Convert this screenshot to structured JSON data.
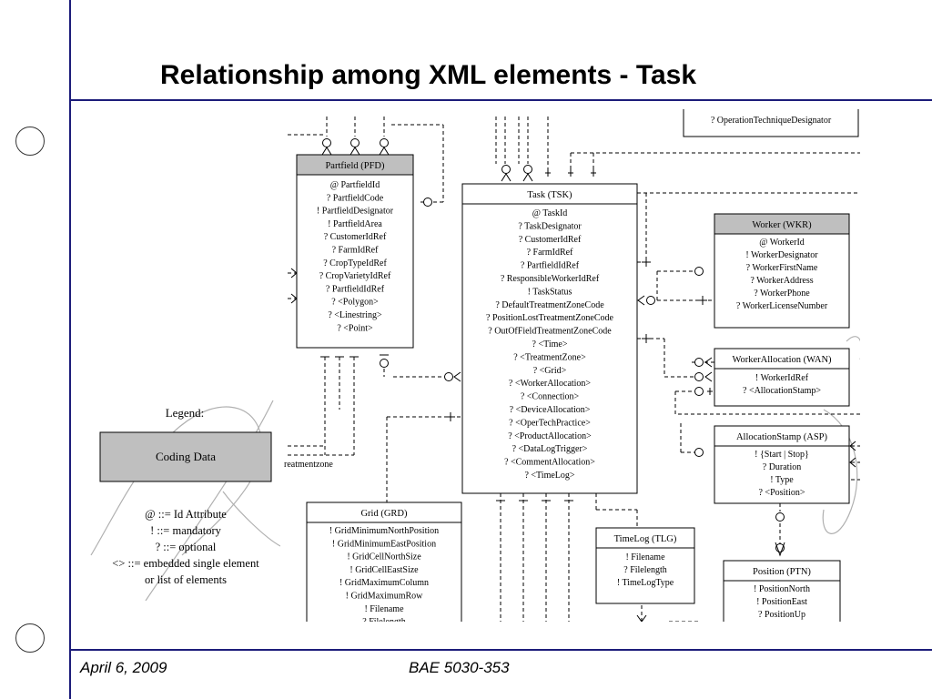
{
  "slide": {
    "title": "Relationship among XML elements - Task",
    "footer_date": "April 6, 2009",
    "footer_course": "BAE 5030-353"
  },
  "colors": {
    "rule": "#1c1c7a",
    "entity_header": "#bfbfbf"
  },
  "diagram": {
    "top_fragment": "? OperationTechniqueDesignator",
    "left_fragment": "reatmentzone",
    "entities": {
      "partfield": {
        "title": "Partfield (PFD)",
        "attrs": [
          "@ PartfieldId",
          "? PartfieldCode",
          "! PartfieldDesignator",
          "! PartfieldArea",
          "? CustomerIdRef",
          "? FarmIdRef",
          "? CropTypeIdRef",
          "? CropVarietyIdRef",
          "? PartfieldIdRef",
          "? <Polygon>",
          "? <Linestring>",
          "? <Point>"
        ]
      },
      "task": {
        "title": "Task (TSK)",
        "attrs": [
          "@ TaskId",
          "? TaskDesignator",
          "? CustomerIdRef",
          "? FarmIdRef",
          "? PartfieldIdRef",
          "? ResponsibleWorkerIdRef",
          "! TaskStatus",
          "? DefaultTreatmentZoneCode",
          "? PositionLostTreatmentZoneCode",
          "? OutOfFieldTreatmentZoneCode",
          "? <Time>",
          "? <TreatmentZone>",
          "? <Grid>",
          "? <WorkerAllocation>",
          "? <Connection>",
          "? <DeviceAllocation>",
          "? <OperTechPractice>",
          "? <ProductAllocation>",
          "? <DataLogTrigger>",
          "? <CommentAllocation>",
          "? <TimeLog>"
        ]
      },
      "worker": {
        "title": "Worker (WKR)",
        "attrs": [
          "@ WorkerId",
          "! WorkerDesignator",
          "? WorkerFirstName",
          "? WorkerAddress",
          "? WorkerPhone",
          "? WorkerLicenseNumber"
        ]
      },
      "worker_allocation": {
        "title": "WorkerAllocation (WAN)",
        "attrs": [
          "! WorkerIdRef",
          "? <AllocationStamp>"
        ]
      },
      "allocation_stamp": {
        "title": "AllocationStamp (ASP)",
        "attrs": [
          "! {Start | Stop}",
          "? Duration",
          "! Type",
          "? <Position>"
        ]
      },
      "grid": {
        "title": "Grid (GRD)",
        "attrs": [
          "! GridMinimumNorthPosition",
          "! GridMinimumEastPosition",
          "! GridCellNorthSize",
          "! GridCellEastSize",
          "! GridMaximumColumn",
          "! GridMaximumRow",
          "! Filename",
          "? Filelength"
        ]
      },
      "timelog": {
        "title": "TimeLog (TLG)",
        "attrs": [
          "! Filename",
          "? Filelength",
          "! TimeLogType"
        ]
      },
      "position": {
        "title": "Position (PTN)",
        "attrs": [
          "! PositionNorth",
          "! PositionEast",
          "? PositionUp"
        ]
      }
    },
    "legend": {
      "title": "Legend:",
      "box_label": "Coding Data",
      "lines": [
        "@ ::= Id Attribute",
        "! ::= mandatory",
        "? ::= optional",
        "<> ::= embedded single element",
        "or list of elements"
      ]
    }
  }
}
